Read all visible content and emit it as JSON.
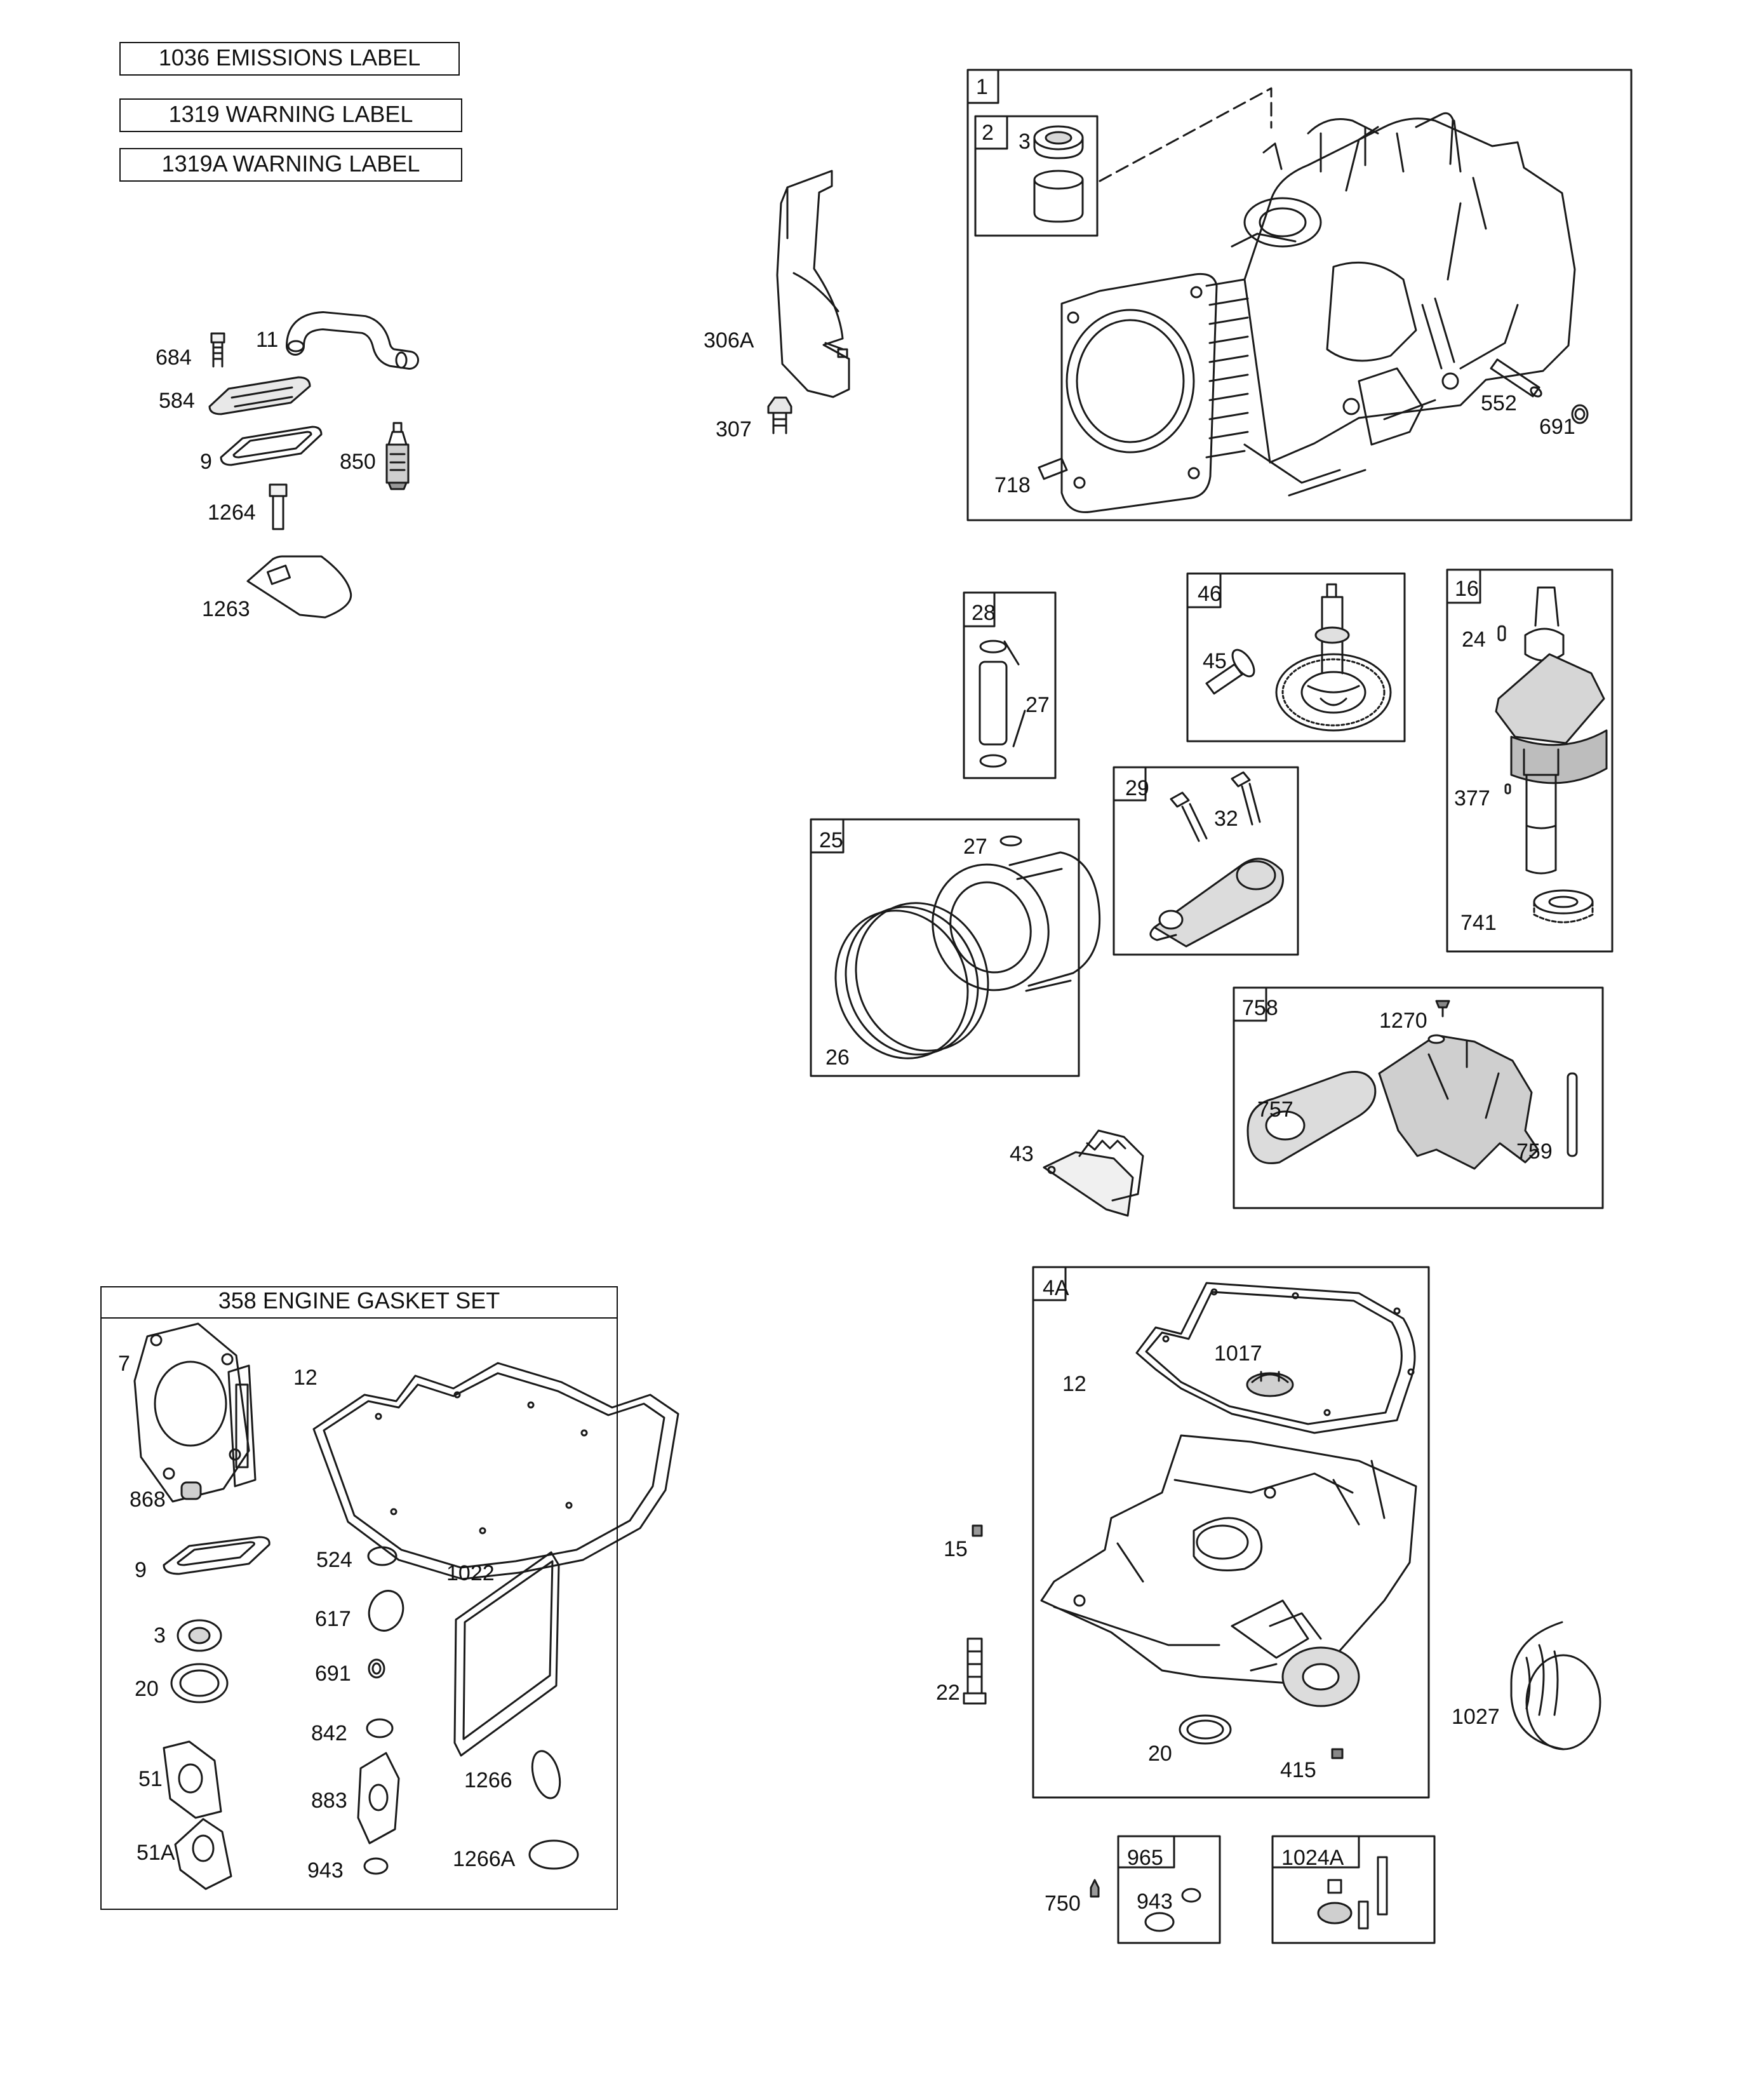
{
  "labels": {
    "emissions": "1036 EMISSIONS LABEL",
    "warning": "1319 WARNING LABEL",
    "warning_a": "1319A WARNING LABEL"
  },
  "gasket_set": {
    "title": "358 ENGINE GASKET SET",
    "parts": {
      "p7": "7",
      "p12": "12",
      "p868": "868",
      "p9": "9",
      "p524": "524",
      "p1022": "1022",
      "p3": "3",
      "p617": "617",
      "p691": "691",
      "p20": "20",
      "p842": "842",
      "p51": "51",
      "p883": "883",
      "p1266": "1266",
      "p51a": "51A",
      "p943": "943",
      "p1266a": "1266A"
    }
  },
  "breather": {
    "p684": "684",
    "p11": "11",
    "p584": "584",
    "p9": "9",
    "p850": "850",
    "p1264": "1264",
    "p1263": "1263"
  },
  "shield": {
    "p306a": "306A",
    "p307": "307"
  },
  "cylinder_assembly": {
    "tag": "1",
    "sub_tag": "2",
    "p3": "3",
    "p552": "552",
    "p691": "691",
    "p718": "718"
  },
  "piston_pin": {
    "tag": "28",
    "p27": "27"
  },
  "cam_gear": {
    "tag": "46",
    "p45": "45"
  },
  "crankshaft": {
    "tag": "16",
    "p24": "24",
    "p377": "377",
    "p741": "741"
  },
  "connecting_rod": {
    "tag": "29",
    "p32": "32"
  },
  "piston": {
    "tag": "25",
    "p27": "27",
    "p26": "26"
  },
  "governor": {
    "tag": "758",
    "p1270": "1270",
    "p757": "757",
    "p759": "759"
  },
  "governor_bracket": {
    "p43": "43"
  },
  "sump": {
    "tag": "4A",
    "p1017": "1017",
    "p12": "12",
    "p15": "15",
    "p22": "22",
    "p20": "20",
    "p415": "415",
    "p1027": "1027"
  },
  "kit_965": {
    "tag": "965",
    "p750": "750",
    "p943": "943"
  },
  "kit_1024a": {
    "tag": "1024A"
  }
}
